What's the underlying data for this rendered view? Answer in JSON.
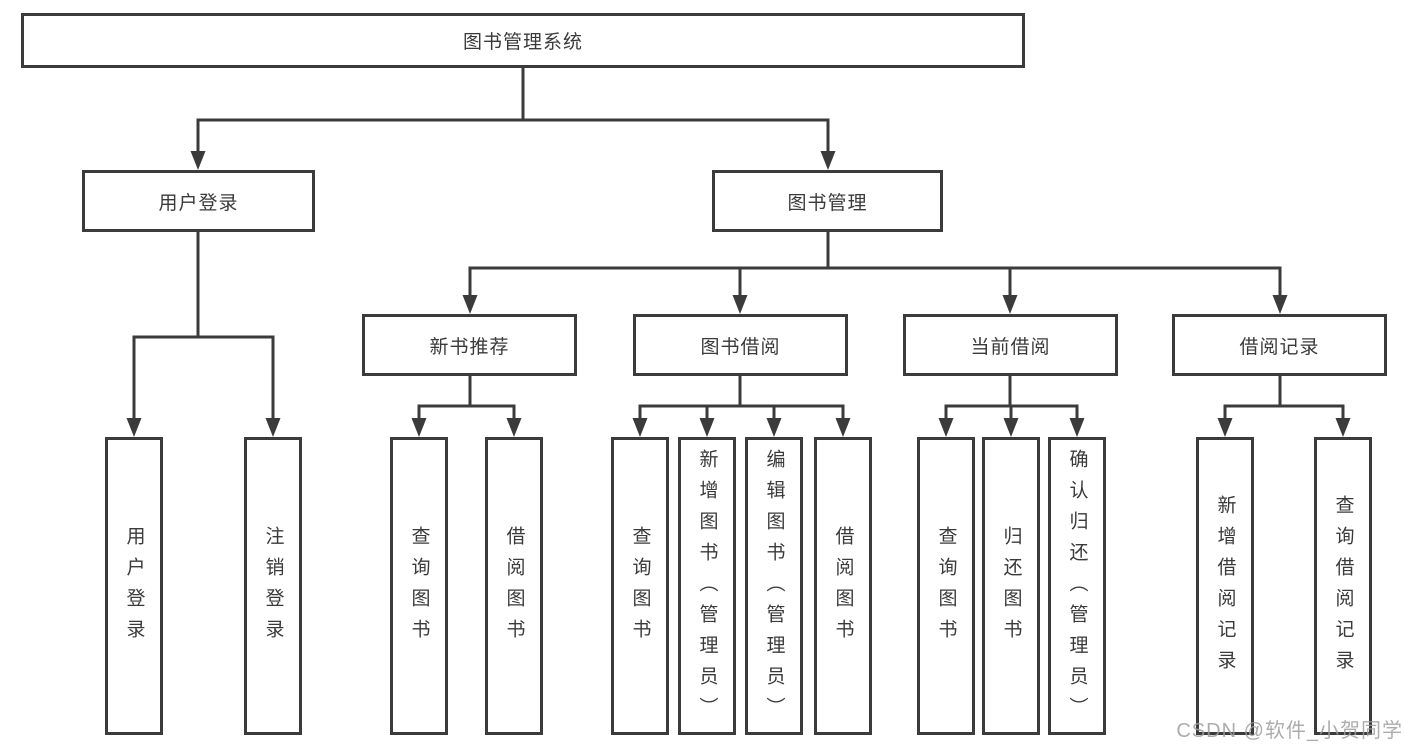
{
  "tree": {
    "label": "图书管理系统",
    "children": [
      {
        "label": "用户登录",
        "children": [
          {
            "label": "用户登录"
          },
          {
            "label": "注销登录"
          }
        ]
      },
      {
        "label": "图书管理",
        "children": [
          {
            "label": "新书推荐",
            "children": [
              {
                "label": "查询图书"
              },
              {
                "label": "借阅图书"
              }
            ]
          },
          {
            "label": "图书借阅",
            "children": [
              {
                "label": "查询图书"
              },
              {
                "label": "新增图书（管理员）"
              },
              {
                "label": "编辑图书（管理员）"
              },
              {
                "label": "借阅图书"
              }
            ]
          },
          {
            "label": "当前借阅",
            "children": [
              {
                "label": "查询图书"
              },
              {
                "label": "归还图书"
              },
              {
                "label": "确认归还（管理员）"
              }
            ]
          },
          {
            "label": "借阅记录",
            "children": [
              {
                "label": "新增借阅记录"
              },
              {
                "label": "查询借阅记录"
              }
            ]
          }
        ]
      }
    ]
  },
  "watermark": "CSDN @软件_小贺同学",
  "colors": {
    "line": "#3b3b3b",
    "text": "#3a3a3a",
    "background": "#ffffff",
    "watermark": "#9e9e9e"
  }
}
